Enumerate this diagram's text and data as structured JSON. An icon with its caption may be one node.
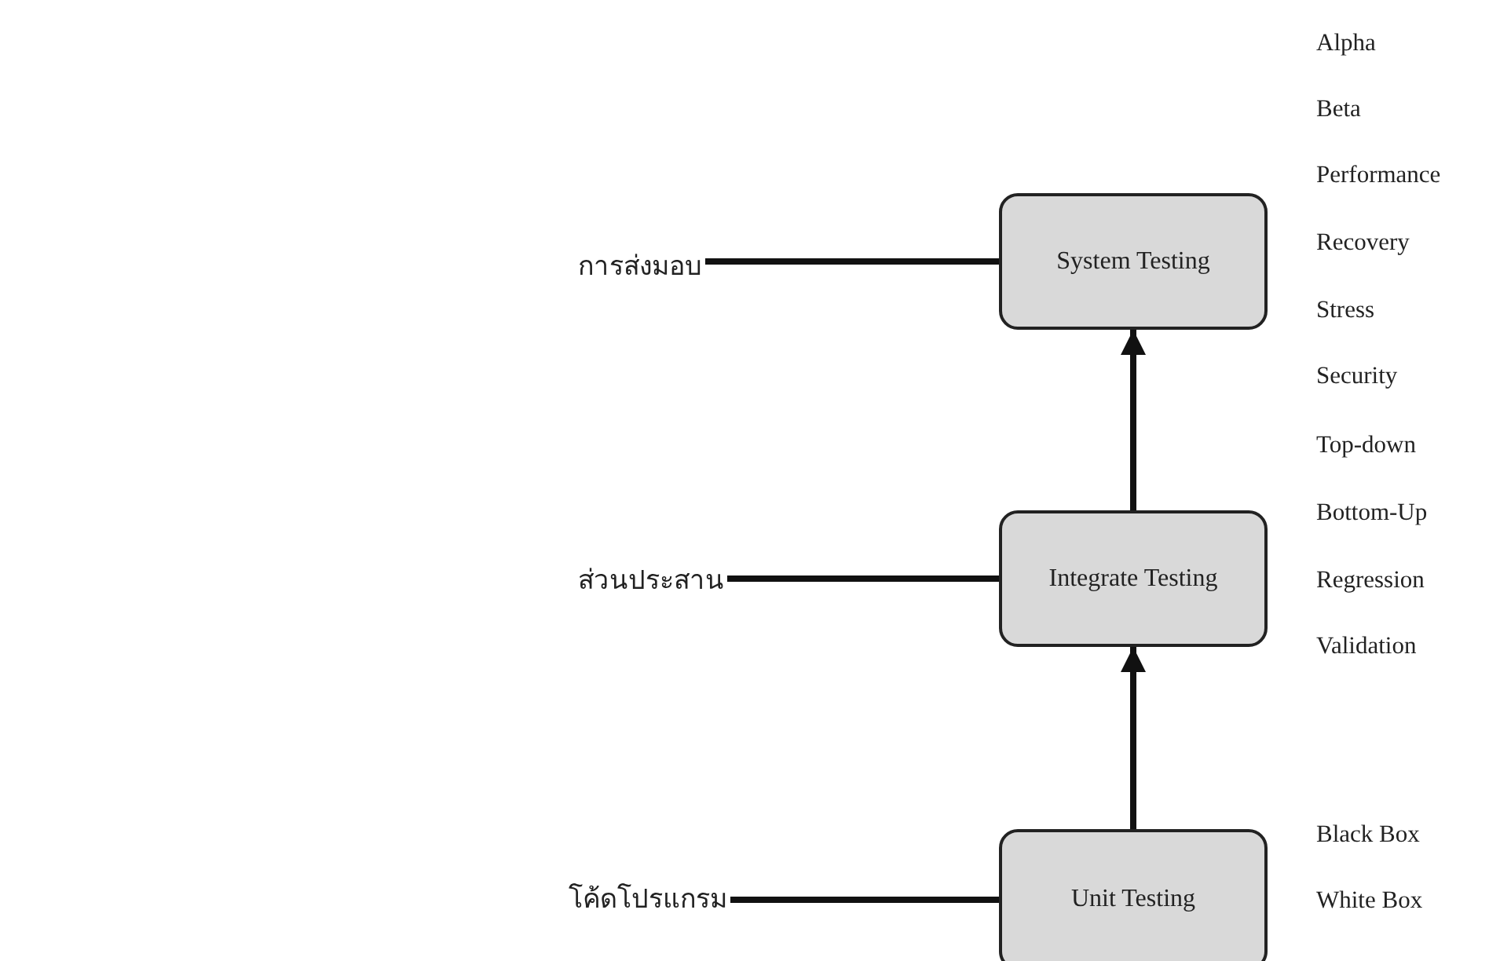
{
  "diagram": {
    "nodes": [
      {
        "text": [
          "System Testing"
        ]
      },
      {
        "text": [
          "Integrate Testing"
        ]
      },
      {
        "text": [
          "Unit Testing"
        ]
      },
      {
        "text": [
          "การส่งมอบ"
        ]
      },
      {
        "text": [
          "ส่วนประสาน"
        ]
      },
      {
        "text": [
          "โค้ดโปรแกรม"
        ]
      }
    ],
    "edges": [
      {
        "from": 3,
        "to": 0,
        "arrow": "none"
      },
      {
        "from": 4,
        "to": 1,
        "arrow": "none"
      },
      {
        "from": 5,
        "to": 2,
        "arrow": "none"
      },
      {
        "from": 2,
        "to": 1,
        "arrow": "to"
      },
      {
        "from": 1,
        "to": 0,
        "arrow": "to"
      }
    ],
    "labels": [
      "Alpha",
      "Beta",
      "Performance",
      "Recovery",
      "Stress",
      "Security",
      "Top-down",
      "Bottom-Up",
      "Regression",
      "Validation",
      "Black Box",
      "White Box"
    ]
  }
}
